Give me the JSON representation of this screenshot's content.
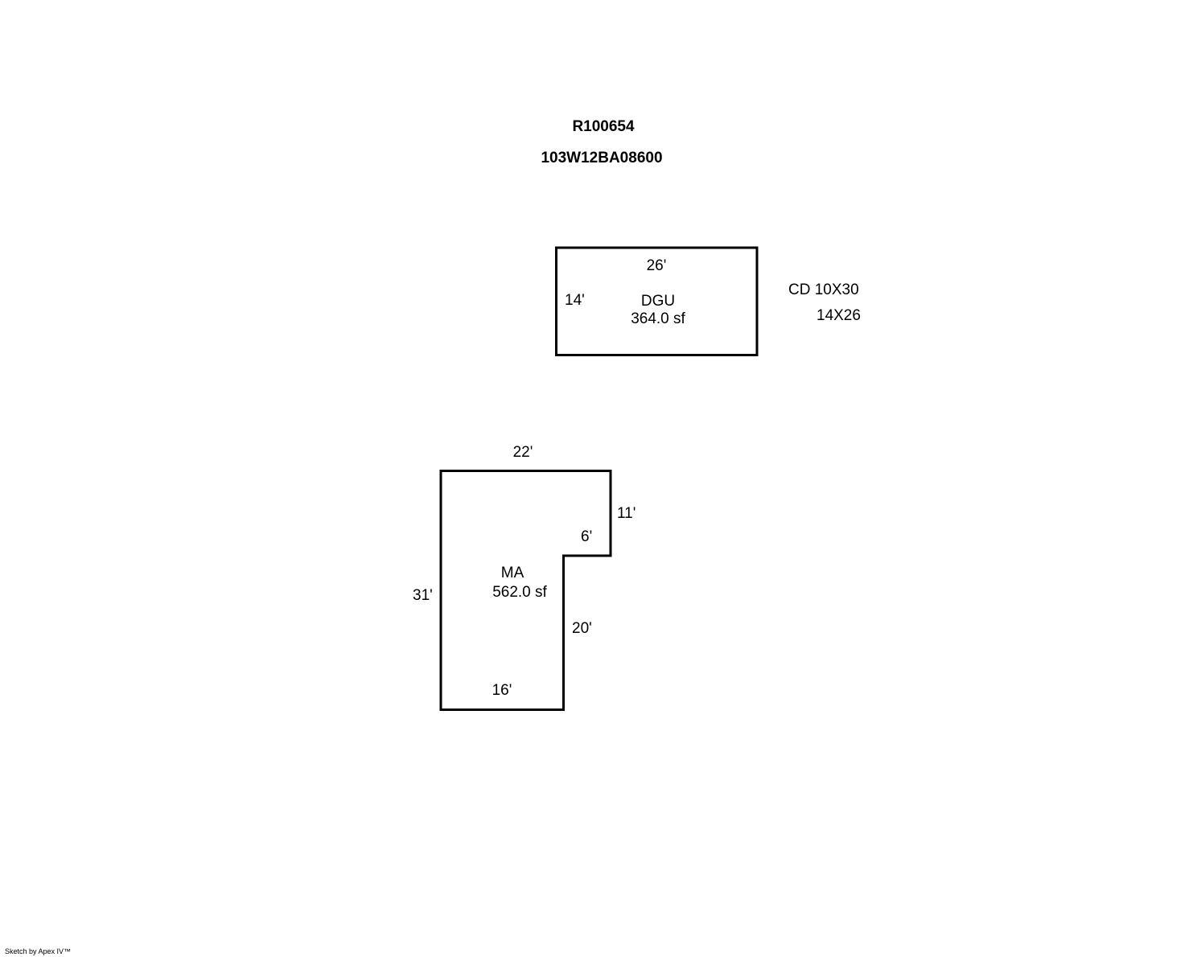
{
  "header": {
    "account_id": "R100654",
    "map_tax_lot": "103W12BA08600"
  },
  "areas": [
    {
      "code": "DGU",
      "area": "364.0 sf",
      "dimensions": [
        "26'",
        "14'"
      ]
    },
    {
      "code": "MA",
      "area": "562.0 sf",
      "dimensions": [
        "22'",
        "11'",
        "6'",
        "20'",
        "16'",
        "31'"
      ]
    }
  ],
  "notes": [
    "CD 10X30",
    "14X26"
  ],
  "footer": "Sketch by Apex IV™",
  "colors": {
    "line": "#000000",
    "background": "#ffffff"
  }
}
